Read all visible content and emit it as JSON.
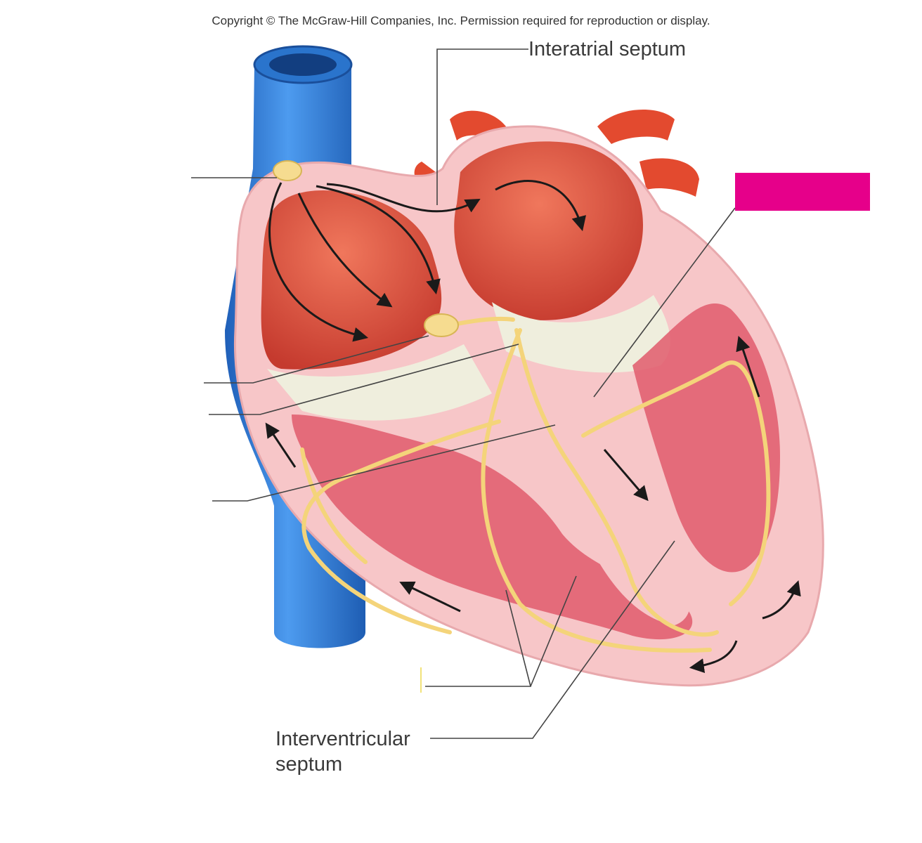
{
  "copyright": "Copyright © The McGraw-Hill Companies, Inc. Permission required for reproduction or display.",
  "labels": {
    "interatrial_septum": "Interatrial septum",
    "interventricular_septum_line1": "Interventricular",
    "interventricular_septum_line2": "septum"
  },
  "colors": {
    "vein_blue": "#2f7fd6",
    "artery_red": "#e34a2f",
    "myocardium_pink": "#f7c6c8",
    "chamber_red": "#d94b3c",
    "muscle_red": "#e05a6c",
    "conduction_yellow": "#f4d47a",
    "valve_cream": "#efeedd",
    "leader_line": "#444444",
    "hidden_label_box": "#e6008a"
  },
  "icons": [
    "flow-arrow-icon",
    "sa-node-icon",
    "av-node-icon"
  ]
}
